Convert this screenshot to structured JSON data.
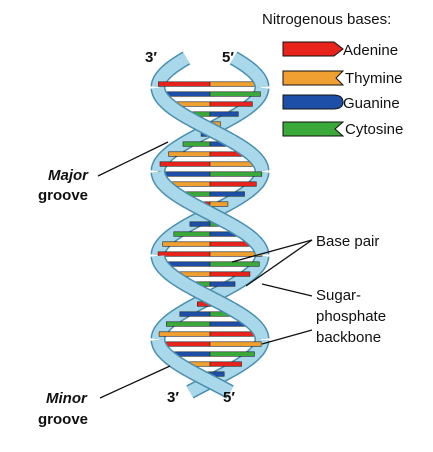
{
  "legend": {
    "title": "Nitrogenous bases:",
    "items": [
      {
        "label": "Adenine",
        "color": "#e8231c",
        "icon": "arrow-head-tag"
      },
      {
        "label": "Thymine",
        "color": "#f0a030",
        "icon": "notched-tag"
      },
      {
        "label": "Guanine",
        "color": "#1d4fa8",
        "icon": "rounded-head-tag"
      },
      {
        "label": "Cytosine",
        "color": "#3aa93a",
        "icon": "notched-tag"
      }
    ]
  },
  "ends": {
    "top_left": "3′",
    "top_right": "5′",
    "bottom_left": "3′",
    "bottom_right": "5′"
  },
  "labels": {
    "major_groove": [
      "Major",
      "groove"
    ],
    "minor_groove": [
      "Minor",
      "groove"
    ],
    "base_pair": "Base pair",
    "backbone": [
      "Sugar-",
      "phosphate",
      "backbone"
    ]
  },
  "colors": {
    "backbone_fill": "#a9d8ea",
    "backbone_stroke": "#4a8fb0",
    "leader_line": "#111111"
  }
}
